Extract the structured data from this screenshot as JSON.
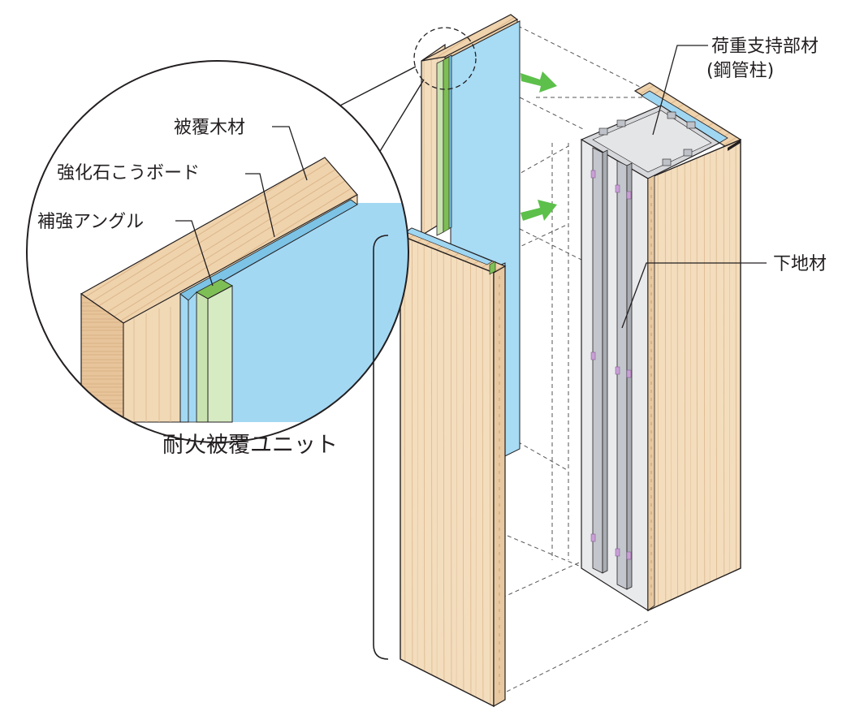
{
  "labels": {
    "covering_wood": "被覆木材",
    "strengthened_gypsum_board": "強化石こうボード",
    "reinforcing_angle": "補強アングル",
    "fireproof_unit": "耐火被覆ユニット",
    "load_bearing_member": "荷重支持部材",
    "steel_pipe_column": "(鋼管柱)",
    "base_material": "下地材"
  },
  "colors": {
    "wood": "#f1d9b6",
    "wood_light": "#f7e6cc",
    "wood_dark": "#dcb78b",
    "wood_grain": "#d9b58a",
    "board": "#9fd6f2",
    "board_dark": "#7cc3e6",
    "angle": "#c9e3b0",
    "angle_dark": "#7ebf55",
    "steel": "#d6d8db",
    "steel_dark": "#a9adb3",
    "stud": "#c3c7cd",
    "arrow": "#5cc04a",
    "line": "#231f20",
    "clip": "#c9a0d6"
  },
  "icons": {
    "arrow_upper": "assembly-arrow-icon",
    "arrow_lower": "assembly-arrow-icon"
  }
}
